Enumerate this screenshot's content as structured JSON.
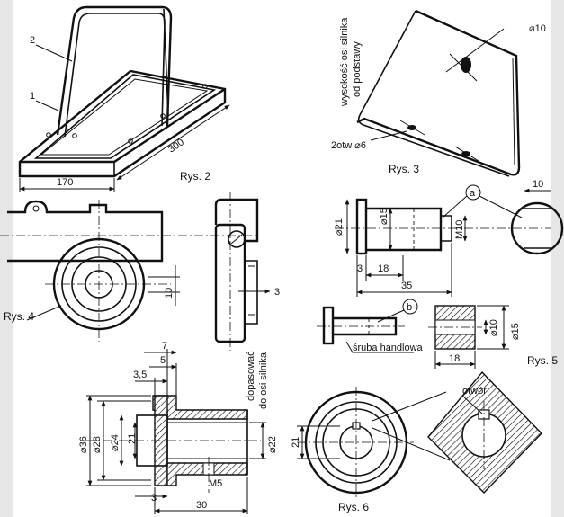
{
  "rys2": {
    "caption": "Rys. 2",
    "label_1": "1",
    "label_2": "2",
    "dim_170": "170",
    "dim_300": "300"
  },
  "rys3": {
    "caption": "Rys. 3",
    "height_note_1": "wysokość osi silnika",
    "height_note_2": "od podstawy",
    "phi10": "⌀10",
    "holes": "2otw ⌀6"
  },
  "rys4": {
    "caption": "Rys. 4",
    "dim_10": "10",
    "dim_3": "3"
  },
  "rys5": {
    "caption": "Rys. 5",
    "dim_10": "10",
    "phi21": "⌀21",
    "phi15_pin": "⌀15",
    "m10": "M10",
    "dim_3": "3",
    "dim_18": "18",
    "dim_35": "35",
    "label_a": "a",
    "label_b": "b",
    "screw": "śruba handlowa",
    "phi10_sleeve": "⌀10",
    "phi15_sleeve": "⌀15",
    "dim_18_sleeve": "18"
  },
  "rys6": {
    "caption": "Rys. 6",
    "dim_7": "7",
    "dim_5": "5",
    "dim_3_5": "3,5",
    "phi36": "⌀36",
    "phi28": "⌀28",
    "phi24": "⌀24",
    "dim_21": "21",
    "note_1": "dopasować",
    "note_2": "do osi silnika",
    "phi22": "⌀22",
    "m5": "M5",
    "dim_3": "3",
    "dim_30": "30",
    "dim_21_front": "21",
    "hole": "otwór"
  }
}
